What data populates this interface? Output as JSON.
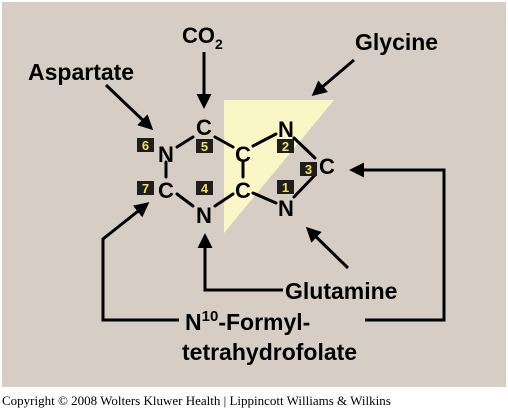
{
  "colors": {
    "panel": "#d6cec4",
    "highlight": "#fbf6c6",
    "badge": "#1e1e1e",
    "badge_text": "#f5e05a"
  },
  "labels": {
    "co2_main": "CO",
    "co2_sub": "2",
    "glycine": "Glycine",
    "aspartate": "Aspartate",
    "glutamine": "Glutamine",
    "formyl_prefix": "N",
    "formyl_sup": "10",
    "formyl_line1": "-Formyl-",
    "formyl_line2": "tetrahydrofolate"
  },
  "atoms": {
    "c_top": "C",
    "n_left": "N",
    "c_left": "C",
    "n_bottom": "N",
    "c_center_top": "C",
    "c_center_bottom": "C",
    "n_upper_right": "N",
    "n_lower_right": "N",
    "c_right": "C"
  },
  "numbers": {
    "n1": "1",
    "n2": "2",
    "n3": "3",
    "n4": "4",
    "n5": "5",
    "n6": "6",
    "n7": "7"
  },
  "copyright": "Copyright © 2008 Wolters Kluwer Health | Lippincott Williams & Wilkins"
}
